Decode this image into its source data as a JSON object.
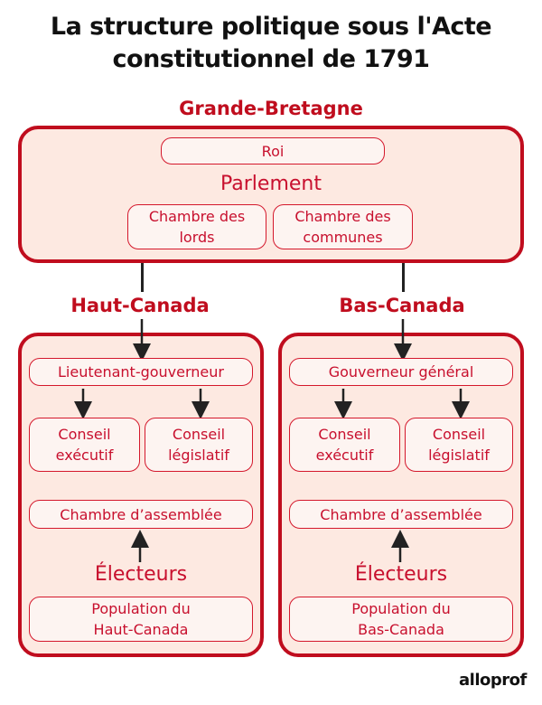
{
  "title": {
    "line1": "La structure politique sous l'Acte",
    "line2": "constitutionnel de 1791"
  },
  "great_britain": {
    "label": "Grande-Bretagne",
    "king": "Roi",
    "parliament": "Parlement",
    "lords": "Chambre des lords",
    "commons": "Chambre des communes"
  },
  "upper_canada": {
    "label": "Haut-Canada",
    "governor": "Lieutenant-gouverneur",
    "executive": "Conseil exécutif",
    "legislative": "Conseil législatif",
    "assembly": "Chambre d’assemblée",
    "electors": "Électeurs",
    "population": "Population du Haut-Canada"
  },
  "lower_canada": {
    "label": "Bas-Canada",
    "governor": "Gouverneur général",
    "executive": "Conseil exécutif",
    "legislative": "Conseil législatif",
    "assembly": "Chambre d’assemblée",
    "electors": "Électeurs",
    "population": "Population du Bas-Canada"
  },
  "logo": "alloprof",
  "colors": {
    "border": "#c00d1e",
    "fill": "#fde9e1",
    "text": "#c8102e"
  }
}
